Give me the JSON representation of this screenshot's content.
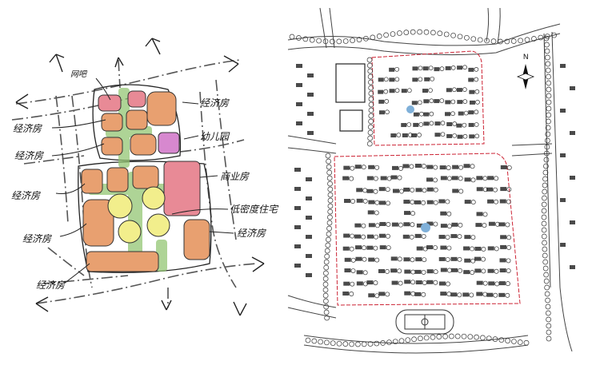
{
  "sketch": {
    "labels": {
      "top_left": "网吧",
      "eco_right_top": "经济房",
      "eco_left_1": "经济房",
      "eco_left_2": "经济房",
      "kindergarten": "幼儿园",
      "eco_left_3": "经济房",
      "commercial": "商业房",
      "low_density": "低密度住宅",
      "eco_left_4": "经济房",
      "eco_right_bottom": "经济房",
      "eco_left_5": "经济房"
    },
    "colors": {
      "economy_housing": "#E8A070",
      "commercial": "#E88A96",
      "kindergarten": "#D788CF",
      "low_density": "#F2EE8C",
      "green": "#8DC26B",
      "road": "#555555"
    }
  },
  "plan": {
    "north_label": "N",
    "colors": {
      "boundary": "#CC2233",
      "building": "#222222",
      "tree": "#333333",
      "water": "#7FB0D9"
    }
  }
}
